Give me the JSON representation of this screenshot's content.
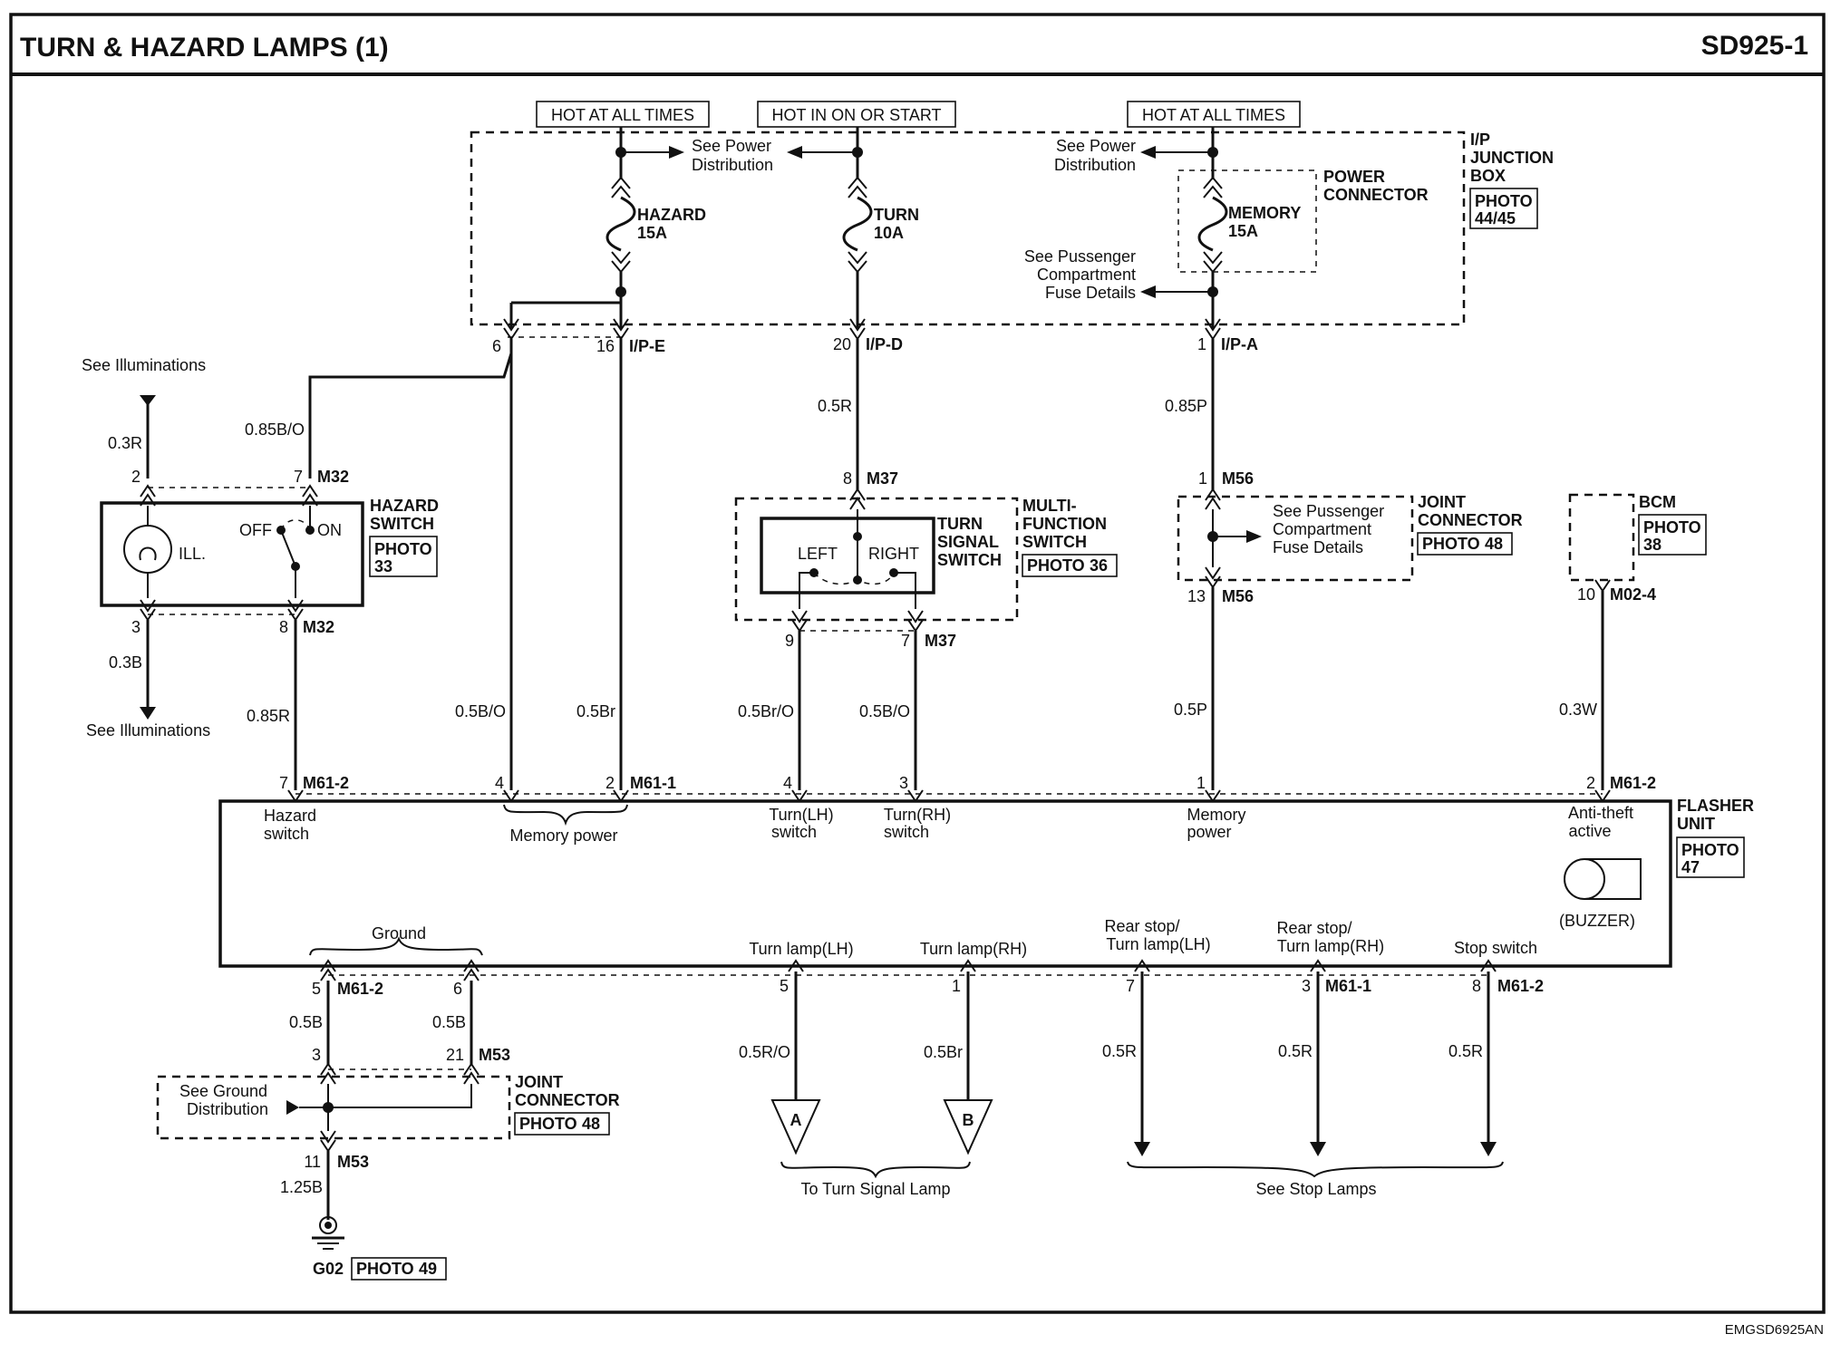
{
  "header": {
    "title": "TURN & HAZARD LAMPS (1)",
    "code": "SD925-1"
  },
  "footer": {
    "code": "EMGSD6925AN"
  },
  "power": {
    "hot_left": "HOT AT ALL TIMES",
    "hot_mid": "HOT IN ON OR START",
    "hot_right": "HOT AT ALL TIMES",
    "see_power_1": "See Power",
    "see_power_2": "Distribution",
    "fuse_hazard": "HAZARD",
    "fuse_hazard_rating": "15A",
    "fuse_turn": "TURN",
    "fuse_turn_rating": "10A",
    "fuse_memory": "MEMORY",
    "fuse_memory_rating": "15A",
    "power_connector_1": "POWER",
    "power_connector_2": "CONNECTOR",
    "pass_comp_1": "See Pussenger",
    "pass_comp_2": "Compartment",
    "pass_comp_3": "Fuse Details",
    "jbox_1": "I/P",
    "jbox_2": "JUNCTION",
    "jbox_3": "BOX",
    "photo_label": "PHOTO",
    "jbox_photo": "44/45"
  },
  "pins": {
    "p6": "6",
    "p16": "16",
    "ipe": "I/P-E",
    "p20": "20",
    "ipd": "I/P-D",
    "p1": "1",
    "ipa": "I/P-A"
  },
  "hazard_switch": {
    "see_illum": "See Illuminations",
    "wire_03r": "0.3R",
    "wire_085bo": "0.85B/O",
    "pin2": "2",
    "pin7": "7",
    "m32": "M32",
    "name_1": "HAZARD",
    "name_2": "SWITCH",
    "photo": "33",
    "off": "OFF",
    "on": "ON",
    "ill": "ILL.",
    "pin3": "3",
    "pin8": "8",
    "wire_03b": "0.3B",
    "wire_085r": "0.85R"
  },
  "multifunction": {
    "wire_05r": "0.5R",
    "pin8": "8",
    "m37": "M37",
    "turn_sig_1": "TURN",
    "turn_sig_2": "SIGNAL",
    "turn_sig_3": "SWITCH",
    "multi_1": "MULTI-",
    "multi_2": "FUNCTION",
    "multi_3": "SWITCH",
    "photo": "36",
    "left": "LEFT",
    "right": "RIGHT",
    "pin9": "9",
    "pin7": "7",
    "wire_05bro": "0.5Br/O",
    "wire_05bo": "0.5B/O"
  },
  "joint_conn": {
    "wire_085p": "0.85P",
    "pin1": "1",
    "m56": "M56",
    "pass_1": "See Pussenger",
    "pass_2": "Compartment",
    "pass_3": "Fuse Details",
    "name_1": "JOINT",
    "name_2": "CONNECTOR",
    "photo": "48",
    "pin13": "13",
    "wire_05p": "0.5P"
  },
  "bcm": {
    "name": "BCM",
    "photo": "38",
    "pin10": "10",
    "m024": "M02-4",
    "wire_03w": "0.3W"
  },
  "memory_wires": {
    "wire_05bo": "0.5B/O",
    "wire_05br": "0.5Br"
  },
  "flasher": {
    "name_1": "FLASHER",
    "name_2": "UNIT",
    "photo": "47",
    "pin7": "7",
    "m612": "M61-2",
    "pin4a": "4",
    "pin2a": "2",
    "m611": "M61-1",
    "pin4b": "4",
    "pin3b": "3",
    "pin1": "1",
    "pin2b": "2",
    "m612b": "M61-2",
    "hazard_1": "Hazard",
    "hazard_2": "switch",
    "memory_power": "Memory power",
    "turn_lh_1": "Turn(LH)",
    "turn_lh_2": "switch",
    "turn_rh_1": "Turn(RH)",
    "turn_rh_2": "switch",
    "mem_pow_1": "Memory",
    "mem_pow_2": "power",
    "anti_1": "Anti-theft",
    "anti_2": "active",
    "buzzer": "(BUZZER)",
    "ground": "Ground",
    "turn_lamp_lh": "Turn lamp(LH)",
    "turn_lamp_rh": "Turn lamp(RH)",
    "rear_lh_1": "Rear stop/",
    "rear_lh_2": "Turn lamp(LH)",
    "rear_rh_1": "Rear stop/",
    "rear_rh_2": "Turn lamp(RH)",
    "stop_switch": "Stop switch"
  },
  "bottom": {
    "pin5": "5",
    "m612": "M61-2",
    "pin6": "6",
    "wire_05b_a": "0.5B",
    "wire_05b_b": "0.5B",
    "pin3": "3",
    "pin21": "21",
    "m53": "M53",
    "see_gnd_1": "See Ground",
    "see_gnd_2": "Distribution",
    "jc_1": "JOINT",
    "jc_2": "CONNECTOR",
    "jc_photo": "48",
    "pin11": "11",
    "m53b": "M53",
    "wire_125b": "1.25B",
    "g02": "G02",
    "g02_photo": "49",
    "pin5b": "5",
    "pin1b": "1",
    "pin7b": "7",
    "pin3c": "3",
    "m611": "M61-1",
    "pin8": "8",
    "m612b": "M61-2",
    "wire_05ro": "0.5R/O",
    "wire_05br": "0.5Br",
    "wire_05r_a": "0.5R",
    "wire_05r_b": "0.5R",
    "wire_05r_c": "0.5R",
    "conn_a": "A",
    "conn_b": "B",
    "to_turn": "To Turn Signal Lamp",
    "see_stop": "See Stop Lamps"
  }
}
